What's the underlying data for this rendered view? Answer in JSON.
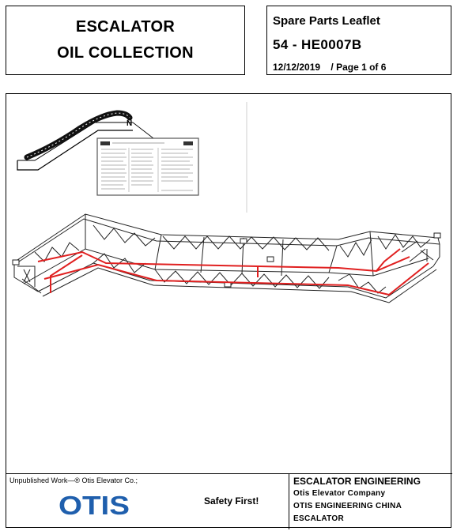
{
  "header": {
    "title_line1": "ESCALATOR",
    "title_line2": "OIL COLLECTION",
    "leaflet_label": "Spare Parts Leaflet",
    "leaflet_number": "54 - HE0007B",
    "date_page": "12/12/2019    / Page 1 of 6"
  },
  "illustration": {
    "oil_line_color": "#e02020",
    "logo_colors": {
      "brand_blue": "#1f5fad"
    }
  },
  "footer": {
    "copyright": "Unpublished Work—® Otis Elevator Co.;",
    "logo_text": "OTIS",
    "safety": "Safety First!",
    "dept_line1": "ESCALATOR ENGINEERING",
    "dept_line2": "Otis Elevator Company",
    "dept_line3": "OTIS ENGINEERING CHINA",
    "dept_line4": "ESCALATOR"
  }
}
